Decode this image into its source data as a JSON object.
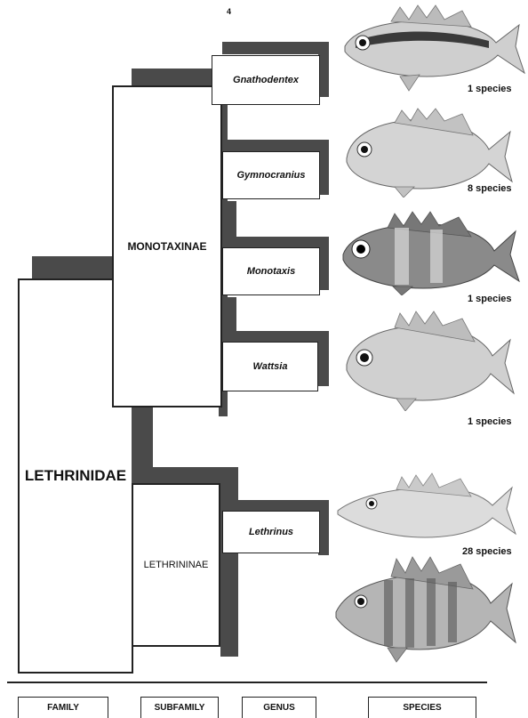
{
  "page_number": "4",
  "family": {
    "label": "LETHRINIDAE"
  },
  "subfamilies": [
    {
      "label": "MONOTAXINAE"
    },
    {
      "label": "LETHRININAE"
    }
  ],
  "genera": [
    {
      "label": "Gnathodentex",
      "species_count": "1 species",
      "icon": "fish-illustration-striped"
    },
    {
      "label": "Gymnocranius",
      "species_count": "8 species",
      "icon": "fish-illustration"
    },
    {
      "label": "Monotaxis",
      "species_count": "1 species",
      "icon": "fish-illustration-banded"
    },
    {
      "label": "Wattsia",
      "species_count": "1 species",
      "icon": "fish-illustration"
    },
    {
      "label": "Lethrinus",
      "species_count": "28 species",
      "icon": "fish-illustration"
    }
  ],
  "columns": [
    "FAMILY",
    "SUBFAMILY",
    "GENUS",
    "SPECIES"
  ]
}
